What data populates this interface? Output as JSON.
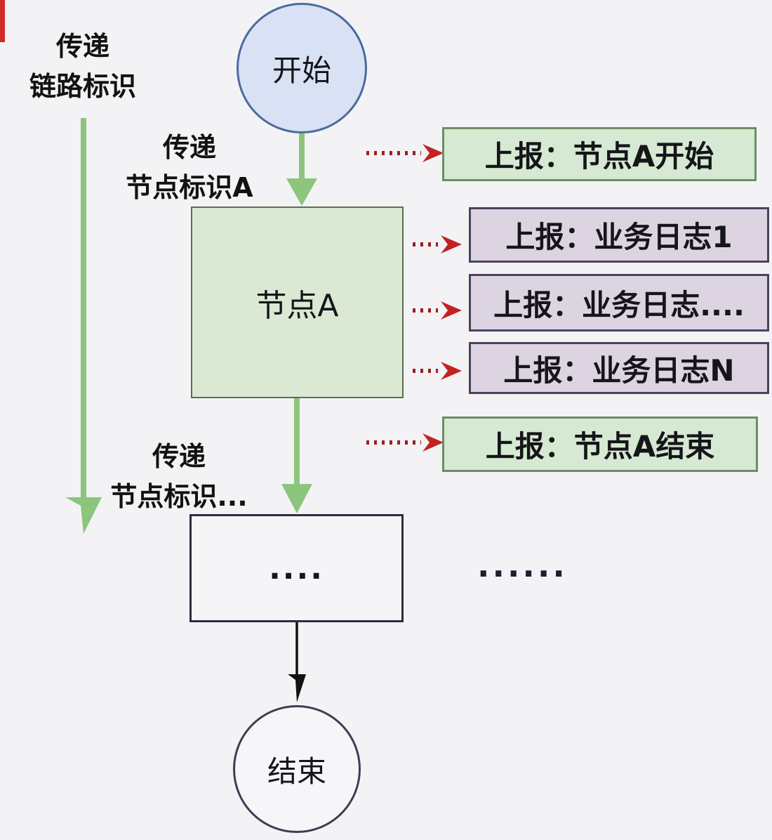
{
  "diagram": {
    "title_hint": "tracing-flowchart",
    "side_labels": {
      "link_id": {
        "line1": "传递",
        "line2": "链路标识"
      },
      "node_id_a": {
        "line1": "传递",
        "line2": "节点标识A"
      },
      "node_id_next": {
        "line1": "传递",
        "line2": "节点标识..."
      }
    },
    "nodes": {
      "start": "开始",
      "node_a": "节点A",
      "placeholder": "....",
      "end": "结束"
    },
    "ellipsis_right": "......",
    "reports": [
      {
        "label": "上报：节点A开始",
        "type": "green"
      },
      {
        "label": "上报：业务日志1",
        "type": "purple"
      },
      {
        "label": "上报：业务日志....",
        "type": "purple"
      },
      {
        "label": "上报：业务日志N",
        "type": "purple"
      },
      {
        "label": "上报：节点A结束",
        "type": "green"
      }
    ],
    "colors": {
      "background": "#f3f3f6",
      "start_fill": "#d8e2f4",
      "start_border": "#4c6b9d",
      "node_fill": "#dbe9d4",
      "node_border": "#5d6e4f",
      "report_green_fill": "#d6e9d2",
      "report_green_border": "#6e8c64",
      "report_purple_fill": "#ddd4e2",
      "report_purple_border": "#4a425c",
      "end_fill": "#f6f6f9",
      "end_border": "#3a4052",
      "green_arrow": "#8cc57c",
      "red_dotted_arrow": "#9b1f1f",
      "red_arrowhead": "#c32222",
      "black_arrow": "#111111",
      "edge_tick": "#cf2b2b"
    }
  }
}
